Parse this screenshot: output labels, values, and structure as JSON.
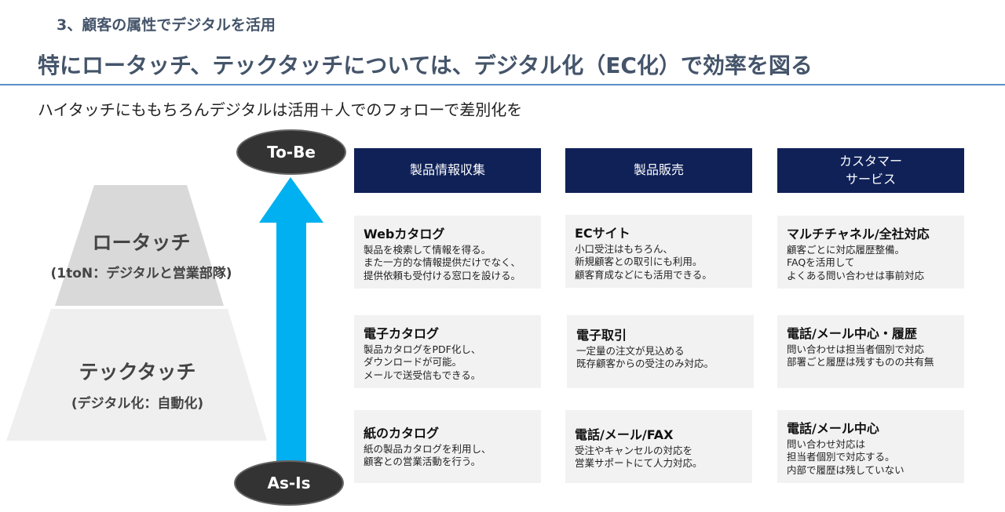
{
  "section_label": "3、顧客の属性でデジタルを活用",
  "title": "特にロータッチ、テックタッチについては、デジタル化（EC化）で効率を図る",
  "lead": "ハイタッチにももちろんデジタルは活用＋人でのフォローで差別化を",
  "pyramid": {
    "low_touch": {
      "name": "ロータッチ",
      "desc": "(1toN：デジタルと営業部隊)"
    },
    "tech_touch": {
      "name": "テックタッチ",
      "desc": "(デジタル化：自動化)"
    }
  },
  "arrow": {
    "top": "To-Be",
    "bottom": "As-Is",
    "color": "#00b0f0"
  },
  "columns": [
    {
      "header": "製品情報収集",
      "cards": [
        {
          "title": "Webカタログ",
          "body": "製品を検索して情報を得る。\nまた一方的な情報提供だけでなく、\n提供依頼も受付ける窓口を設ける。"
        },
        {
          "title": "電子カタログ",
          "body": "製品カタログをPDF化し、\nダウンロードが可能。\nメールで送受信もできる。"
        },
        {
          "title": "紙のカタログ",
          "body": "紙の製品カタログを利用し、\n顧客との営業活動を行う。"
        }
      ]
    },
    {
      "header": "製品販売",
      "cards": [
        {
          "title": "ECサイト",
          "body": "小口受注はもちろん、\n新規顧客との取引にも利用。\n顧客育成などにも活用できる。"
        },
        {
          "title": "電子取引",
          "body": "一定量の注文が見込める\n既存顧客からの受注のみ対応。"
        },
        {
          "title": "電話/メール/FAX",
          "body": "受注やキャンセルの対応を\n営業サポートにて人力対応。"
        }
      ]
    },
    {
      "header": "カスタマー\nサービス",
      "cards": [
        {
          "title": "マルチチャネル/全社対応",
          "body": "顧客ごとに対応履歴整備。\nFAQを活用して\nよくある問い合わせは事前対応"
        },
        {
          "title": "電話/メール中心・履歴",
          "body": "問い合わせは担当者個別で対応\n部署ごと履歴は残すものの共有無"
        },
        {
          "title": "電話/メール中心",
          "body": "問い合わせ対応は\n担当者個別で対応する。\n内部で履歴は残していない"
        }
      ]
    }
  ]
}
